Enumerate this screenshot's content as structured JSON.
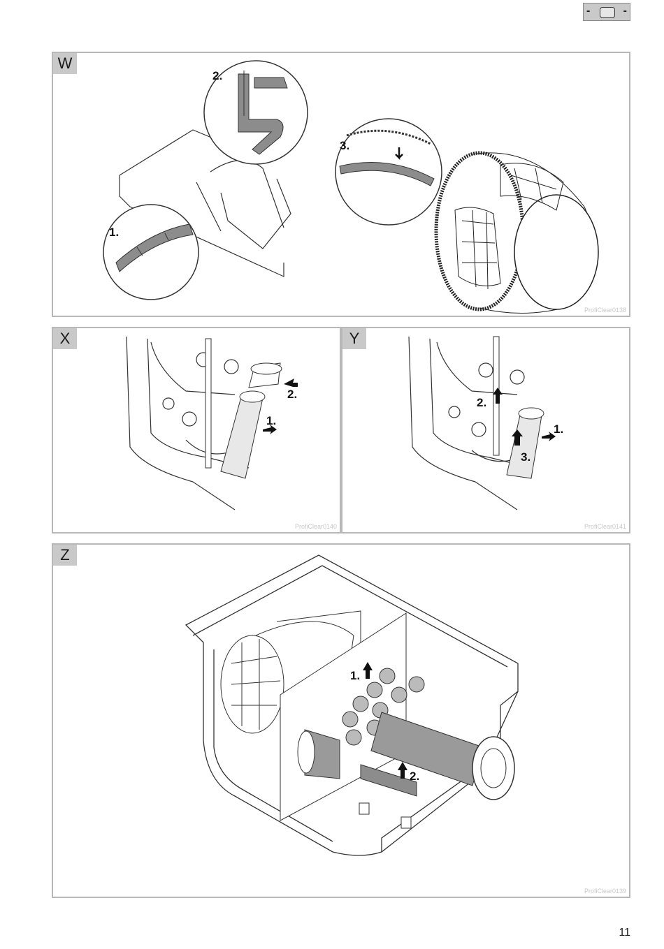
{
  "header": {
    "tab_left": "-",
    "tab_right": "-"
  },
  "panels": {
    "w": {
      "label": "W",
      "steps": [
        "1.",
        "2.",
        "3."
      ],
      "ref": "ProfiClear0138"
    },
    "x": {
      "label": "X",
      "steps": [
        "1.",
        "2."
      ],
      "ref": "ProfiClear0140"
    },
    "y": {
      "label": "Y",
      "steps": [
        "1.",
        "2.",
        "3."
      ],
      "ref": "ProfiClear0141"
    },
    "z": {
      "label": "Z",
      "steps": [
        "1.",
        "2."
      ],
      "ref": "ProfiClear0139"
    }
  },
  "footer": {
    "page_number": "11"
  }
}
